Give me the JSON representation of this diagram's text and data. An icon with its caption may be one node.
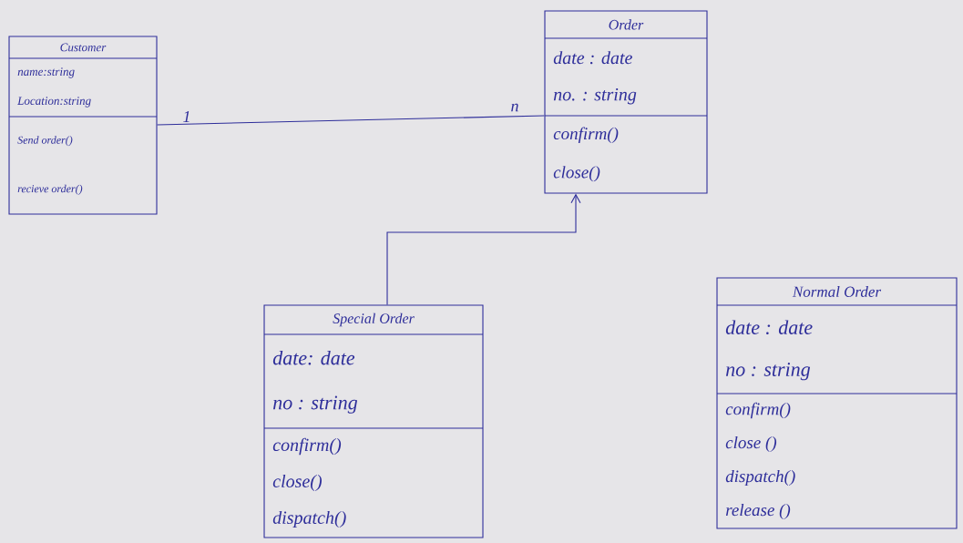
{
  "diagram": {
    "nodes": [
      {
        "text": [
          "Customer",
          "name:string",
          "Location:string",
          "Send order()",
          "recieve order()"
        ]
      },
      {
        "text": [
          "Order",
          "date : date",
          "no. : string",
          "confirm()",
          "close()"
        ]
      },
      {
        "text": [
          "Special Order",
          "date: date",
          "no : string",
          "confirm()",
          "close()",
          "dispatch()"
        ]
      },
      {
        "text": [
          "Normal Order",
          "date : date",
          "no : string",
          "confirm()",
          "close ()",
          "dispatch()",
          "release ()"
        ]
      }
    ],
    "edges": [
      {
        "from": 0,
        "to": 1,
        "arrow": "none"
      },
      {
        "from": 2,
        "to": 1,
        "arrow": "to"
      }
    ],
    "labels": [
      "1",
      "n"
    ]
  }
}
